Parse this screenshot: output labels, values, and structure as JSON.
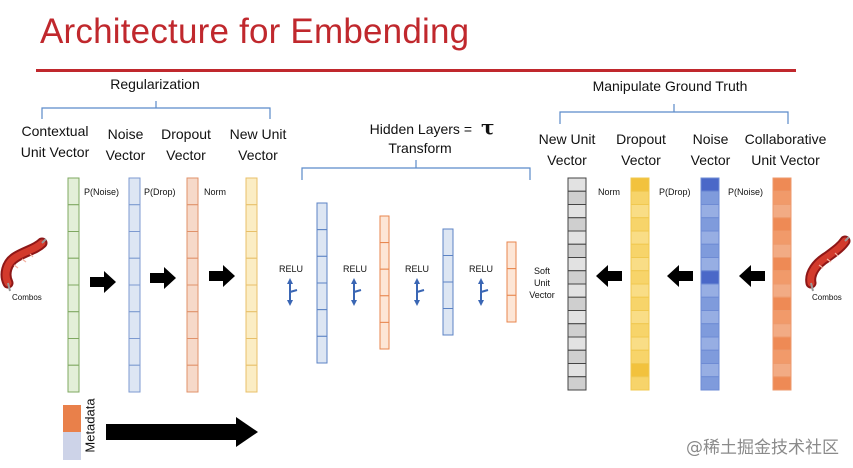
{
  "title": "Architecture for Embending",
  "left_group": {
    "heading": "Regularization",
    "columns": [
      "Contextual\nUnit Vector",
      "Noise\nVector",
      "Dropout\nVector",
      "New Unit\nVector"
    ],
    "ops": [
      "P(Noise)",
      "P(Drop)",
      "Norm"
    ],
    "input_label": "Combos"
  },
  "middle_group": {
    "heading_line1": "Hidden Layers =",
    "tau": "τ",
    "heading_line2": "Transform",
    "relu": [
      "RELU",
      "RELU",
      "RELU",
      "RELU"
    ],
    "output_label": [
      "Soft",
      "Unit",
      "Vector"
    ]
  },
  "right_group": {
    "heading": "Manipulate Ground Truth",
    "columns": [
      "New Unit\nVector",
      "Dropout\nVector",
      "Noise\nVector",
      "Collaborative\nUnit Vector"
    ],
    "ops": [
      "Norm",
      "P(Drop)",
      "P(Noise)"
    ],
    "input_label": "Combos"
  },
  "metadata_label": "Metadata",
  "watermark": "@稀土掘金技术社区",
  "colors": {
    "accent": "#c0282d",
    "green": "#e3efd8",
    "blue": "#dde6f3",
    "orange_light": "#f6d9c9",
    "yellow_light": "#fbedc4",
    "gray": "#d9d9d9",
    "yellow": "#f4c74a",
    "blue_dark": "#7d9ad8",
    "orange": "#ec8a55"
  },
  "icons": [
    "sausage-icon",
    "right-arrow-icon",
    "left-arrow-icon",
    "up-down-arrow-icon"
  ]
}
